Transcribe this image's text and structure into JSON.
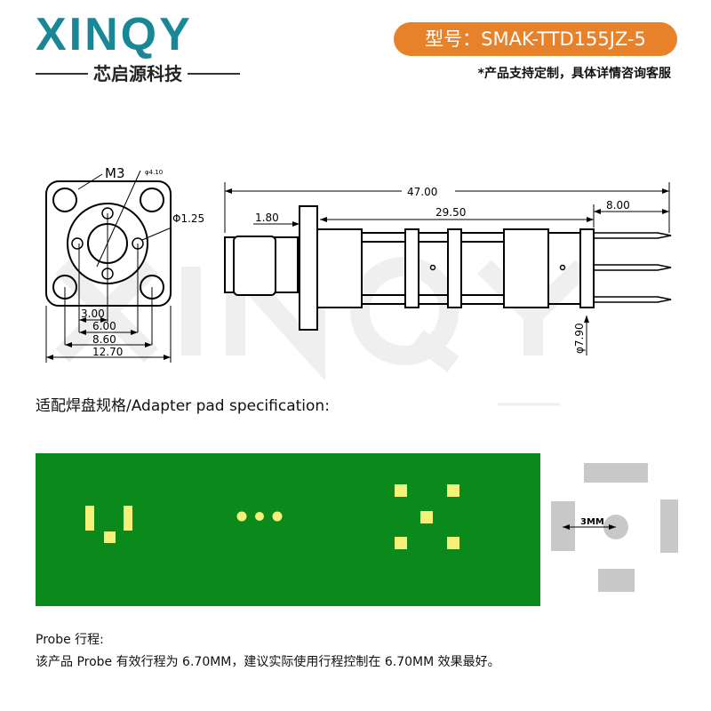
{
  "header": {
    "logo_text": "XINQY",
    "logo_subtitle": "芯启源科技",
    "model_label": "型号：SMAK-TTD155JZ-5",
    "note": "*产品支持定制，具体详情咨询客服"
  },
  "watermark": {
    "text": "XINQY",
    "subtitle": "芯启源科技"
  },
  "front_view": {
    "labels": {
      "thread": "M3",
      "center_dia": "φ4.10",
      "pin_dia": "Φ1.25"
    },
    "dims": [
      "3.00",
      "6.00",
      "8.60",
      "12.70"
    ]
  },
  "side_view": {
    "dims": {
      "total": "47.00",
      "flange": "1.80",
      "body": "29.50",
      "tip": "8.00",
      "dia": "φ7.90"
    }
  },
  "pad": {
    "title": "适配焊盘规格/Adapter pad specification:",
    "board_color": "#0b8a1c",
    "pad_color": "#f5f07a",
    "spacing_label": "3MM"
  },
  "probe": {
    "title": "Probe 行程:",
    "description": "该产品 Probe 有效行程为 6.70MM，建议实际使用行程控制在 6.70MM 效果最好。"
  },
  "colors": {
    "brand": "#1a8797",
    "accent": "#e8822a"
  }
}
